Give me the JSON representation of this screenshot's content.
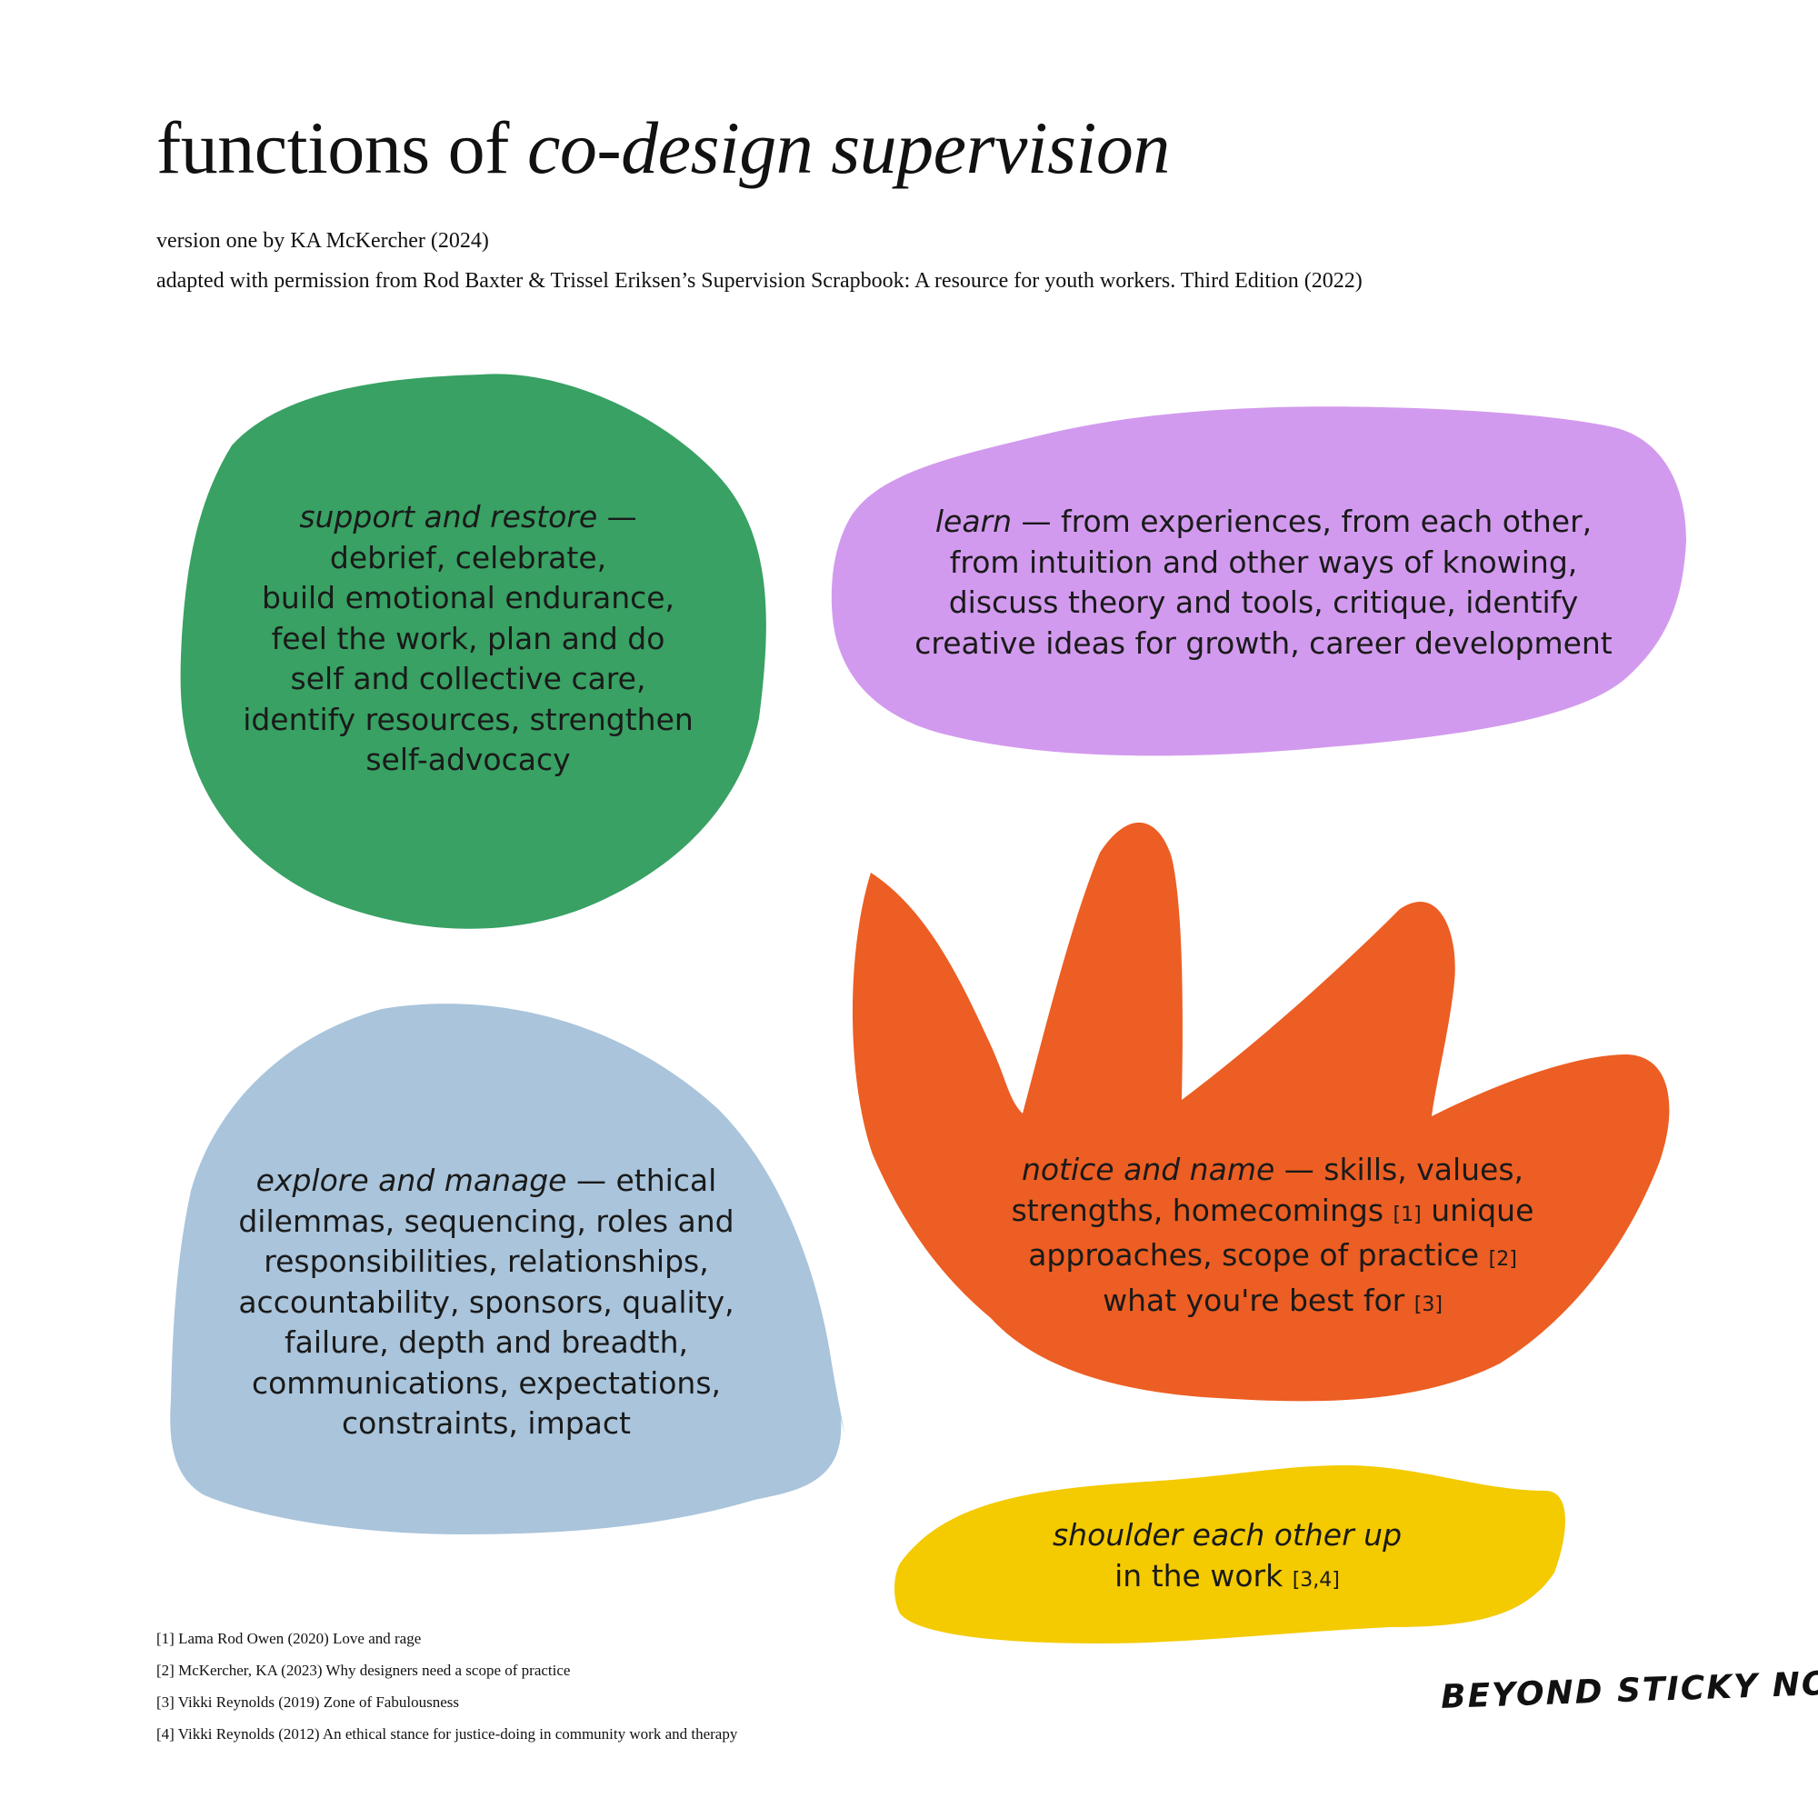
{
  "title": {
    "plain": "functions of",
    "italic": "co-design supervision"
  },
  "byline": {
    "version": "version one by KA McKercher (2024)",
    "adapted": "adapted with permission from Rod Baxter & Trissel Eriksen’s Supervision Scrapbook: A resource for youth workers. Third Edition (2022)"
  },
  "functions": {
    "support": {
      "heading": "support and restore",
      "dash": " —",
      "lines": [
        "debrief, celebrate,",
        "build emotional endurance,",
        "feel the work, plan and do",
        "self and collective care,",
        "identify resources, strengthen",
        "self-advocacy"
      ],
      "color": "#38A163"
    },
    "learn": {
      "heading": "learn",
      "first_line_rest": " — from experiences, from each other,",
      "lines": [
        "from intuition and other ways of knowing,",
        "discuss theory and tools, critique, identify",
        "creative ideas for growth, career development"
      ],
      "color": "#D29AEE"
    },
    "explore": {
      "heading": "explore and manage",
      "first_line_rest": " —  ethical",
      "lines": [
        "dilemmas, sequencing, roles and",
        "responsibilities, relationships,",
        "accountability, sponsors, quality,",
        "failure, depth and breadth,",
        "communications, expectations,",
        "constraints, impact"
      ],
      "color": "#A9C4DB"
    },
    "notice": {
      "heading": "notice and name",
      "first_line_rest": " — skills, values,",
      "line2": "strengths, homecomings",
      "line2_ref": "[1]",
      "line2_rest": "unique",
      "line3": "approaches, scope of practice",
      "line3_ref": "[2]",
      "line4": "what you're best for",
      "line4_ref": "[3]",
      "color": "#EC5E23"
    },
    "shoulder": {
      "heading": "shoulder each other up",
      "line2": "in the work",
      "line2_ref": "[3,4]",
      "color": "#F4CA00"
    }
  },
  "footnotes": [
    "[1] Lama Rod Owen (2020) Love and rage",
    "[2] McKercher, KA (2023) Why designers need a scope of practice",
    "[3] Vikki Reynolds (2019) Zone of Fabulousness",
    "[4] Vikki Reynolds (2012) An ethical stance for justice-doing in community work and therapy"
  ],
  "logo": "BEYOND STICKY NOTES"
}
